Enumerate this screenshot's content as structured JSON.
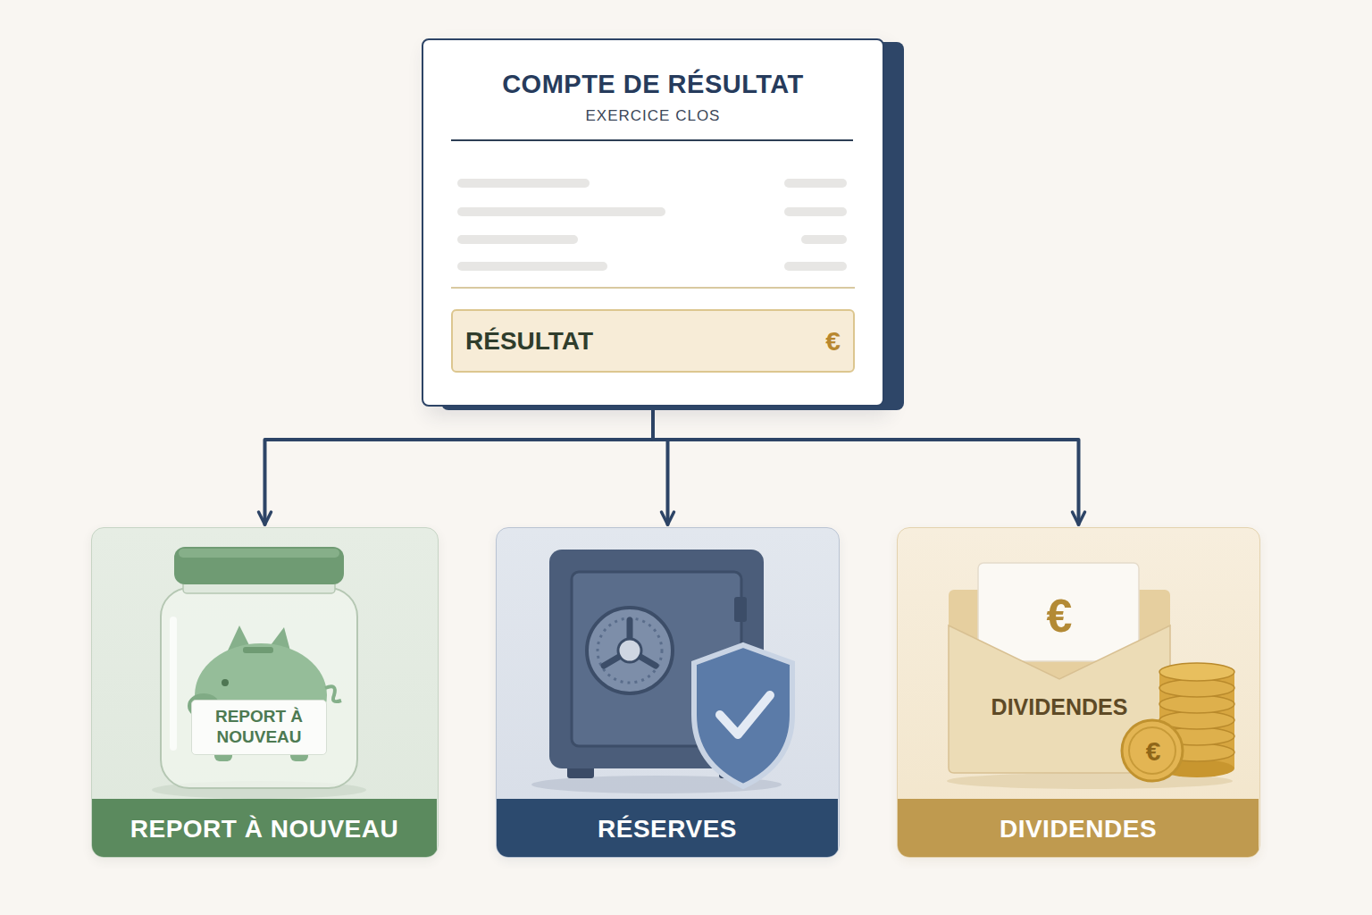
{
  "diagram": {
    "nodes": [
      {
        "text": [
          "COMPTE DE RÉSULTAT",
          "EXERCICE CLOS"
        ]
      },
      {
        "text": [
          "RÉSULTAT",
          "€"
        ],
        "in": 0
      },
      {
        "text": [
          "REPORT À NOUVEAU",
          "REPORT À NOUVEAU"
        ]
      },
      {
        "text": [
          "RÉSERVES"
        ]
      },
      {
        "text": [
          "€",
          "DIVIDENDES",
          "€",
          "DIVIDENDES"
        ]
      }
    ],
    "edges": [
      {
        "from": 0,
        "to": 2,
        "arrow": "to"
      },
      {
        "from": 0,
        "to": 3,
        "arrow": "to"
      },
      {
        "from": 0,
        "to": 4,
        "arrow": "to"
      }
    ]
  }
}
